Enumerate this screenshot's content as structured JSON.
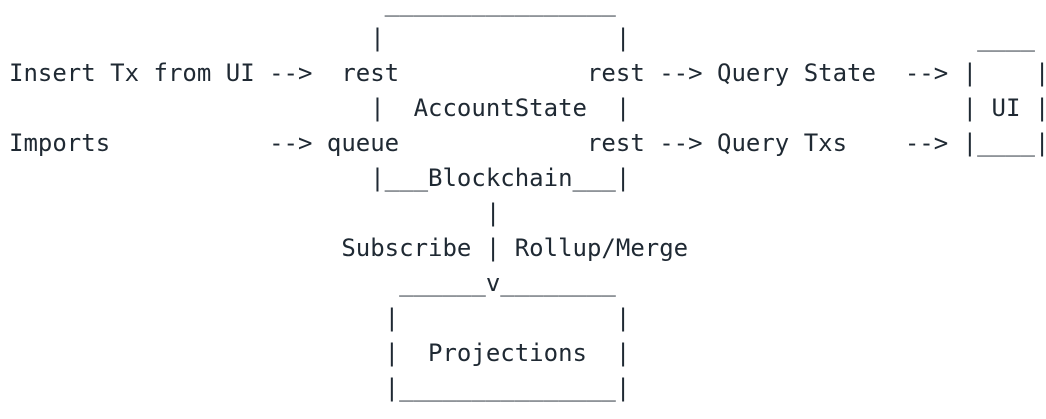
{
  "colors": {
    "background": "#ffffff",
    "text": "#1f2933"
  },
  "diagram": {
    "description_labels": {
      "inputs": [
        "Insert Tx from UI",
        "Imports"
      ],
      "endpoints": [
        "rest",
        "queue",
        "rest",
        "rest"
      ],
      "core_node": "AccountState",
      "core_node_container": "Blockchain",
      "queries": [
        "Query State",
        "Query Txs"
      ],
      "right_node": "UI",
      "edge_labels": [
        "Subscribe",
        "Rollup/Merge"
      ],
      "bottom_node": "Projections",
      "arrow_glyph": "-->",
      "down_arrow_glyph": "v"
    },
    "lines": [
      "                          ________________",
      "                         |                |                        ____",
      "Insert Tx from UI -->  rest             rest --> Query State  --> |    |",
      "                         |  AccountState  |                       | UI |",
      "Imports           --> queue             rest --> Query Txs    --> |____|",
      "                         |___Blockchain___|",
      "                                 |",
      "                       Subscribe | Rollup/Merge",
      "                           ______v________",
      "                          |               |",
      "                          |  Projections  |",
      "                          |_______________|"
    ]
  }
}
